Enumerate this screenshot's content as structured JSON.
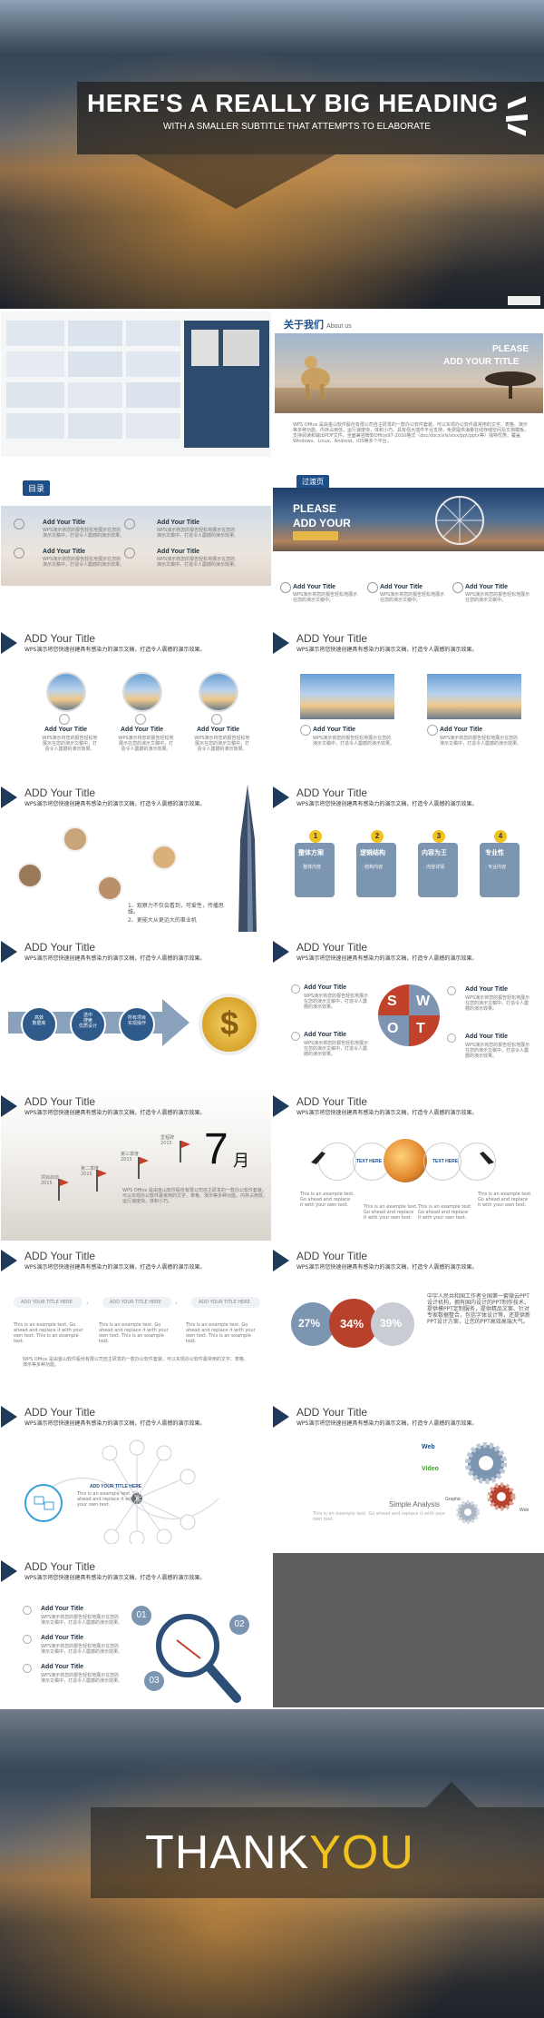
{
  "hero": {
    "heading": "HERE'S A REALLY BIG HEADING",
    "subtitle": "WITH A SMALLER SUBTITLE THAT ATTEMPTS TO ELABORATE"
  },
  "about": {
    "title_cn": "关于我们",
    "title_en": "About us",
    "please": "PLEASE",
    "add_your_title": "ADD YOUR TITLE",
    "body": "WPS Office 是由金山软件股份有限公司自主研发的一款办公软件套装，可以实现办公软件最常用的文字、表格、演示等多种功能。内存占用低，运行速度快，体积小巧。具有强大插件平台支持，免费提供海量在线存储空间及文档模板，支持阅读和输出PDF文件，全面兼容微软Office97-2010格式（doc/docx/xls/xlsx/ppt/pptx等）独特优势。覆盖Windows、Linux、Android、iOS等多个平台。"
  },
  "toc": {
    "label": "目录",
    "items": [
      "Add Your Title",
      "Add Your Title",
      "Add Your Title",
      "Add Your Title"
    ],
    "desc": "WPS演示将您的报告轻松地展示在您的演示文稿中，打造令人震撼的演示效果。"
  },
  "transition": {
    "badge": "过渡页",
    "please": "PLEASE",
    "add_your": "ADD YOUR",
    "items": [
      "Add Your Title",
      "Add Your Title",
      "Add Your Title"
    ],
    "desc": "WPS演示将您的报告轻松地展示在您的演示文稿中。"
  },
  "slide_common": {
    "title": "ADD Your Title",
    "subtitle": "WPS演示将您快速创建具有感染力的演示文稿，打造令人震撼的演示效果。",
    "item": "Add Your Title",
    "desc": "WPS演示将您的报告轻松地展示在您的演示文稿中，打造令人震撼的演示效果。"
  },
  "people": {
    "line1": "1、观察力不仅会看到，可爱性，传播思维。",
    "line2": "2、更能大从更远大的事业机"
  },
  "four_pills": {
    "nums": [
      "1",
      "2",
      "3",
      "4"
    ],
    "labels": [
      "整体方案",
      "逻辑结构",
      "内容为王",
      "专业性"
    ],
    "bullets": [
      "· 整体内容",
      "· 结构内容",
      "· 内容详情",
      "· 专业内容"
    ]
  },
  "process": {
    "steps": [
      "高效\n数据库",
      "选中\n搜索\n优质设计",
      "所有项目\n实现操作"
    ]
  },
  "swot": {
    "letters": [
      "S",
      "W",
      "O",
      "T"
    ]
  },
  "timeline": {
    "month_num": "7",
    "month_char": "月",
    "flags": [
      "项目启动\n2015",
      "第二季度\n2015",
      "第三季度\n2015",
      "里程碑\n2015"
    ],
    "text": "WPS Office 是由金山软件股份有限公司自主研发的一款办公软件套装，可以实现办公软件最常用的文字、表格、演示等多种功能。内存占用低，运行速度快，体积小巧。"
  },
  "hands": {
    "labels": [
      "TEXT HERE",
      "TEXT HERE"
    ],
    "caption": "This is an example text. Go ahead and replace it with your own text."
  },
  "tags": {
    "labels": [
      "ADD YOUR TITLE HERE",
      "ADD YOUR TITLE HERE",
      "ADD YOUR TITLE HERE"
    ],
    "caption": "This is an example text. Go ahead and replace it with your own text. This is an example text.",
    "body": "WPS Office 是由金山软件股份有限公司自主研发的一款办公软件套装，可以实现办公软件最常用的文字、表格、演示等多种功能。"
  },
  "percents": {
    "values": [
      "27%",
      "34%",
      "39%"
    ],
    "body": "中宇人民共和国工作者全国第一套微云PPT设计机构，拥有国内设计的PPT制作技术。提供模PPT定制服务，提供精品文案、针对专家数据整合，包括字体设计等，还提供新PPT设计方案，让您的PPT高效高端大气。"
  },
  "network": {
    "title": "ADD YOUR TITLE HERE",
    "caption": "This is an example text. Go ahead and replace it with your own text."
  },
  "gears": {
    "words": [
      "Web",
      "Video",
      "Graphic",
      "Web"
    ],
    "heading": "Simple Analysis",
    "caption": "This is an example text. Go ahead and replace it with your own text."
  },
  "magnifier": {
    "nums": [
      "01",
      "02",
      "03"
    ]
  },
  "thanks": {
    "thank": "THANK",
    "you": "YOU"
  }
}
